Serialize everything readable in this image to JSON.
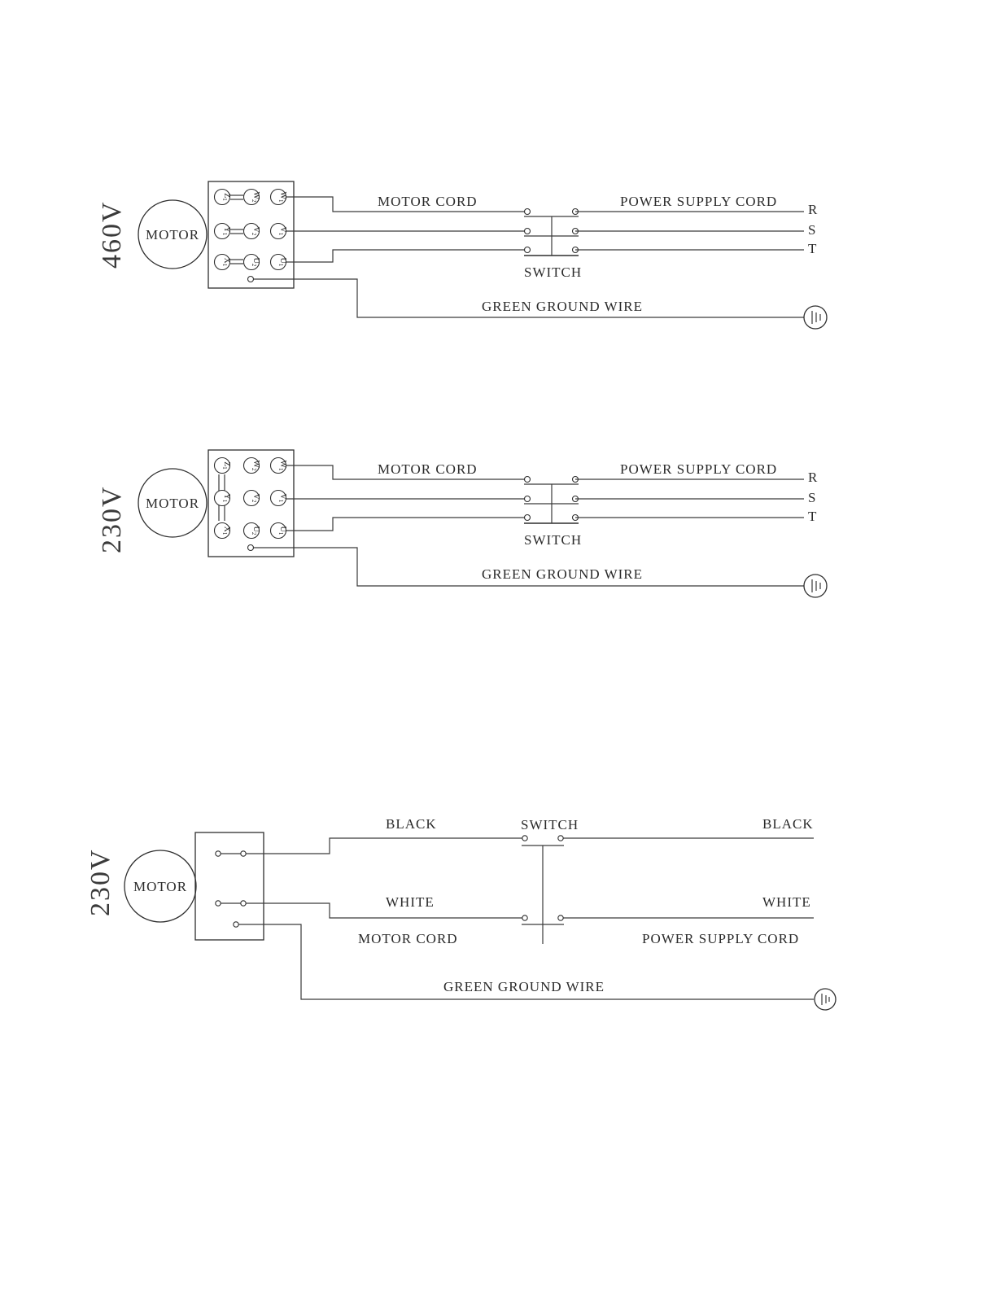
{
  "diagram_460v": {
    "voltage": "460V",
    "motor": "MOTOR",
    "motor_cord": "MOTOR CORD",
    "power_supply_cord": "POWER SUPPLY CORD",
    "switch": "SWITCH",
    "ground_wire": "GREEN GROUND WIRE",
    "phases": [
      "R",
      "S",
      "T"
    ],
    "terminals": [
      {
        "letter": "Z",
        "sub": "1"
      },
      {
        "letter": "W",
        "sub": "2"
      },
      {
        "letter": "W",
        "sub": "1"
      },
      {
        "letter": "Y",
        "sub": "1"
      },
      {
        "letter": "V",
        "sub": "2"
      },
      {
        "letter": "V",
        "sub": "1"
      },
      {
        "letter": "X",
        "sub": "1"
      },
      {
        "letter": "U",
        "sub": "2"
      },
      {
        "letter": "U",
        "sub": "1"
      }
    ]
  },
  "diagram_230v_3ph": {
    "voltage": "230V",
    "motor": "MOTOR",
    "motor_cord": "MOTOR CORD",
    "power_supply_cord": "POWER SUPPLY CORD",
    "switch": "SWITCH",
    "ground_wire": "GREEN GROUND WIRE",
    "phases": [
      "R",
      "S",
      "T"
    ],
    "terminals": [
      {
        "letter": "Z",
        "sub": "1"
      },
      {
        "letter": "W",
        "sub": "2"
      },
      {
        "letter": "W",
        "sub": "1"
      },
      {
        "letter": "Y",
        "sub": "1"
      },
      {
        "letter": "V",
        "sub": "2"
      },
      {
        "letter": "V",
        "sub": "1"
      },
      {
        "letter": "X",
        "sub": "1"
      },
      {
        "letter": "U",
        "sub": "2"
      },
      {
        "letter": "U",
        "sub": "1"
      }
    ]
  },
  "diagram_230v_1ph": {
    "voltage": "230V",
    "motor": "MOTOR",
    "switch": "SWITCH",
    "black_left": "BLACK",
    "black_right": "BLACK",
    "white_left": "WHITE",
    "white_right": "WHITE",
    "motor_cord": "MOTOR CORD",
    "power_supply_cord": "POWER SUPPLY CORD",
    "ground_wire": "GREEN GROUND WIRE"
  }
}
